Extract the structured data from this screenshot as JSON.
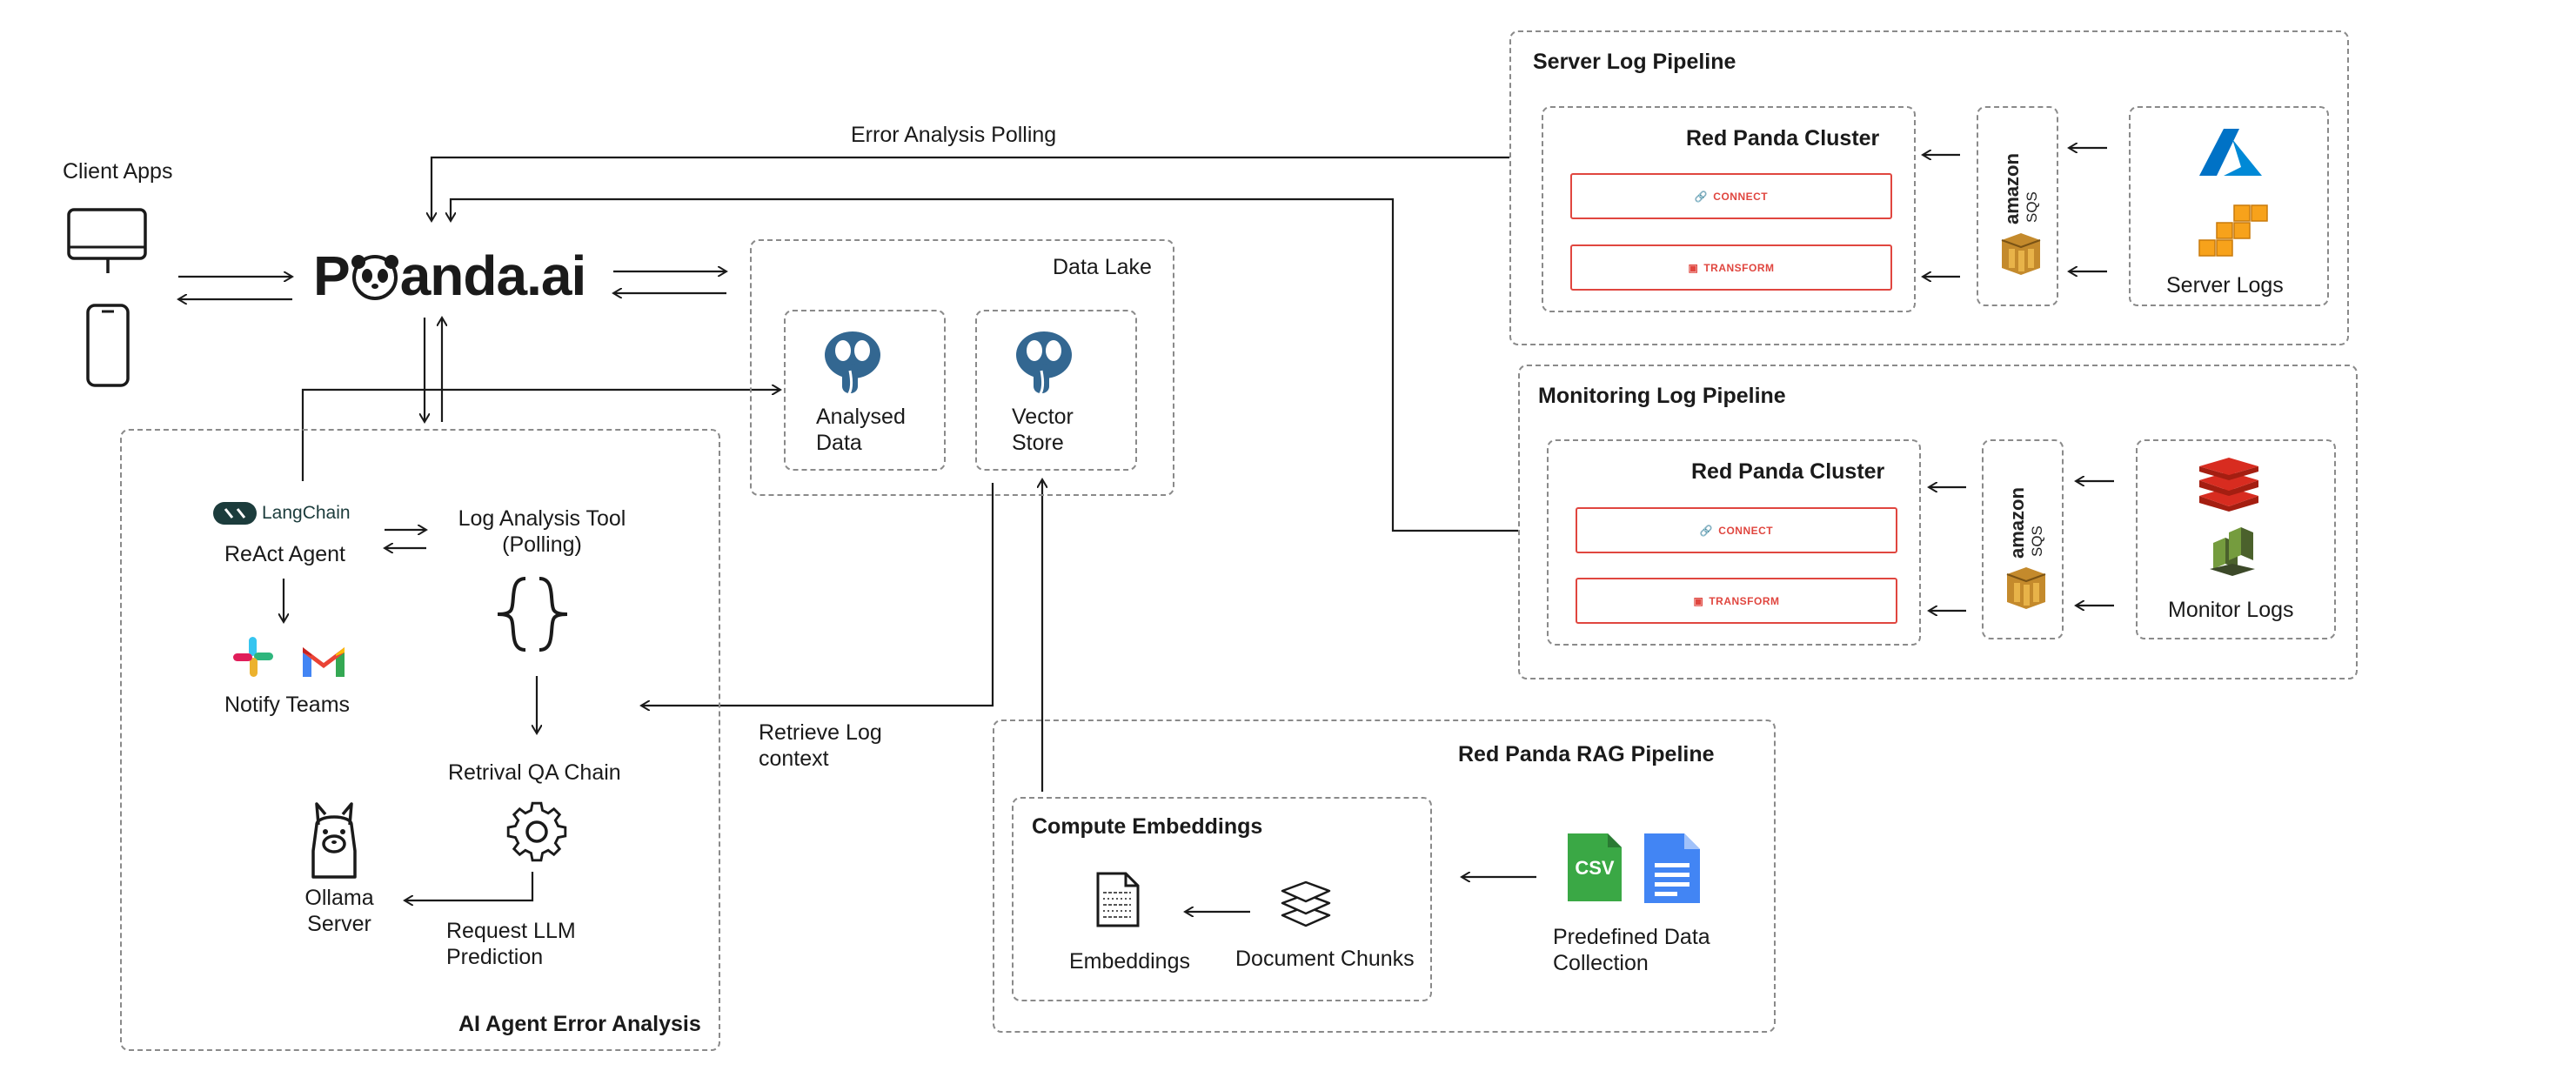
{
  "client": {
    "title": "Client Apps"
  },
  "brand": {
    "name_prefix": "P",
    "name_suffix": "anda.ai"
  },
  "edges": {
    "error_polling": "Error Analysis Polling",
    "retrieve_context": "Retrieve Log\ncontext"
  },
  "data_lake": {
    "title": "Data Lake",
    "analysed": "Analysed\nData",
    "vector": "Vector\nStore"
  },
  "agent": {
    "title": "AI Agent Error Analysis",
    "langchain": "LangChain",
    "react": "ReAct Agent",
    "log_tool": "Log Analysis Tool\n(Polling)",
    "notify": "Notify Teams",
    "retrival": "Retrival QA Chain",
    "ollama": "Ollama\nServer",
    "request": "Request LLM\nPrediction"
  },
  "server_pipeline": {
    "title": "Server Log Pipeline",
    "cluster": "Red Panda Cluster",
    "connect": "CONNECT",
    "transform": "TRANSFORM",
    "sqs_brand": "amazon",
    "sqs_name": "SQS",
    "sources": "Server Logs"
  },
  "monitor_pipeline": {
    "title": "Monitoring Log Pipeline",
    "cluster": "Red Panda Cluster",
    "connect": "CONNECT",
    "transform": "TRANSFORM",
    "sqs_brand": "amazon",
    "sqs_name": "SQS",
    "sources": "Monitor Logs"
  },
  "rag": {
    "title": "Red Panda RAG Pipeline",
    "compute": "Compute Embeddings",
    "embeddings": "Embeddings",
    "chunks": "Document Chunks",
    "predefined": "Predefined Data\nCollection",
    "csv": "CSV"
  },
  "colors": {
    "accent_red": "#e0463f",
    "postgres_blue": "#336791",
    "line": "#1a1a1a",
    "dash": "#8a8a8a"
  }
}
